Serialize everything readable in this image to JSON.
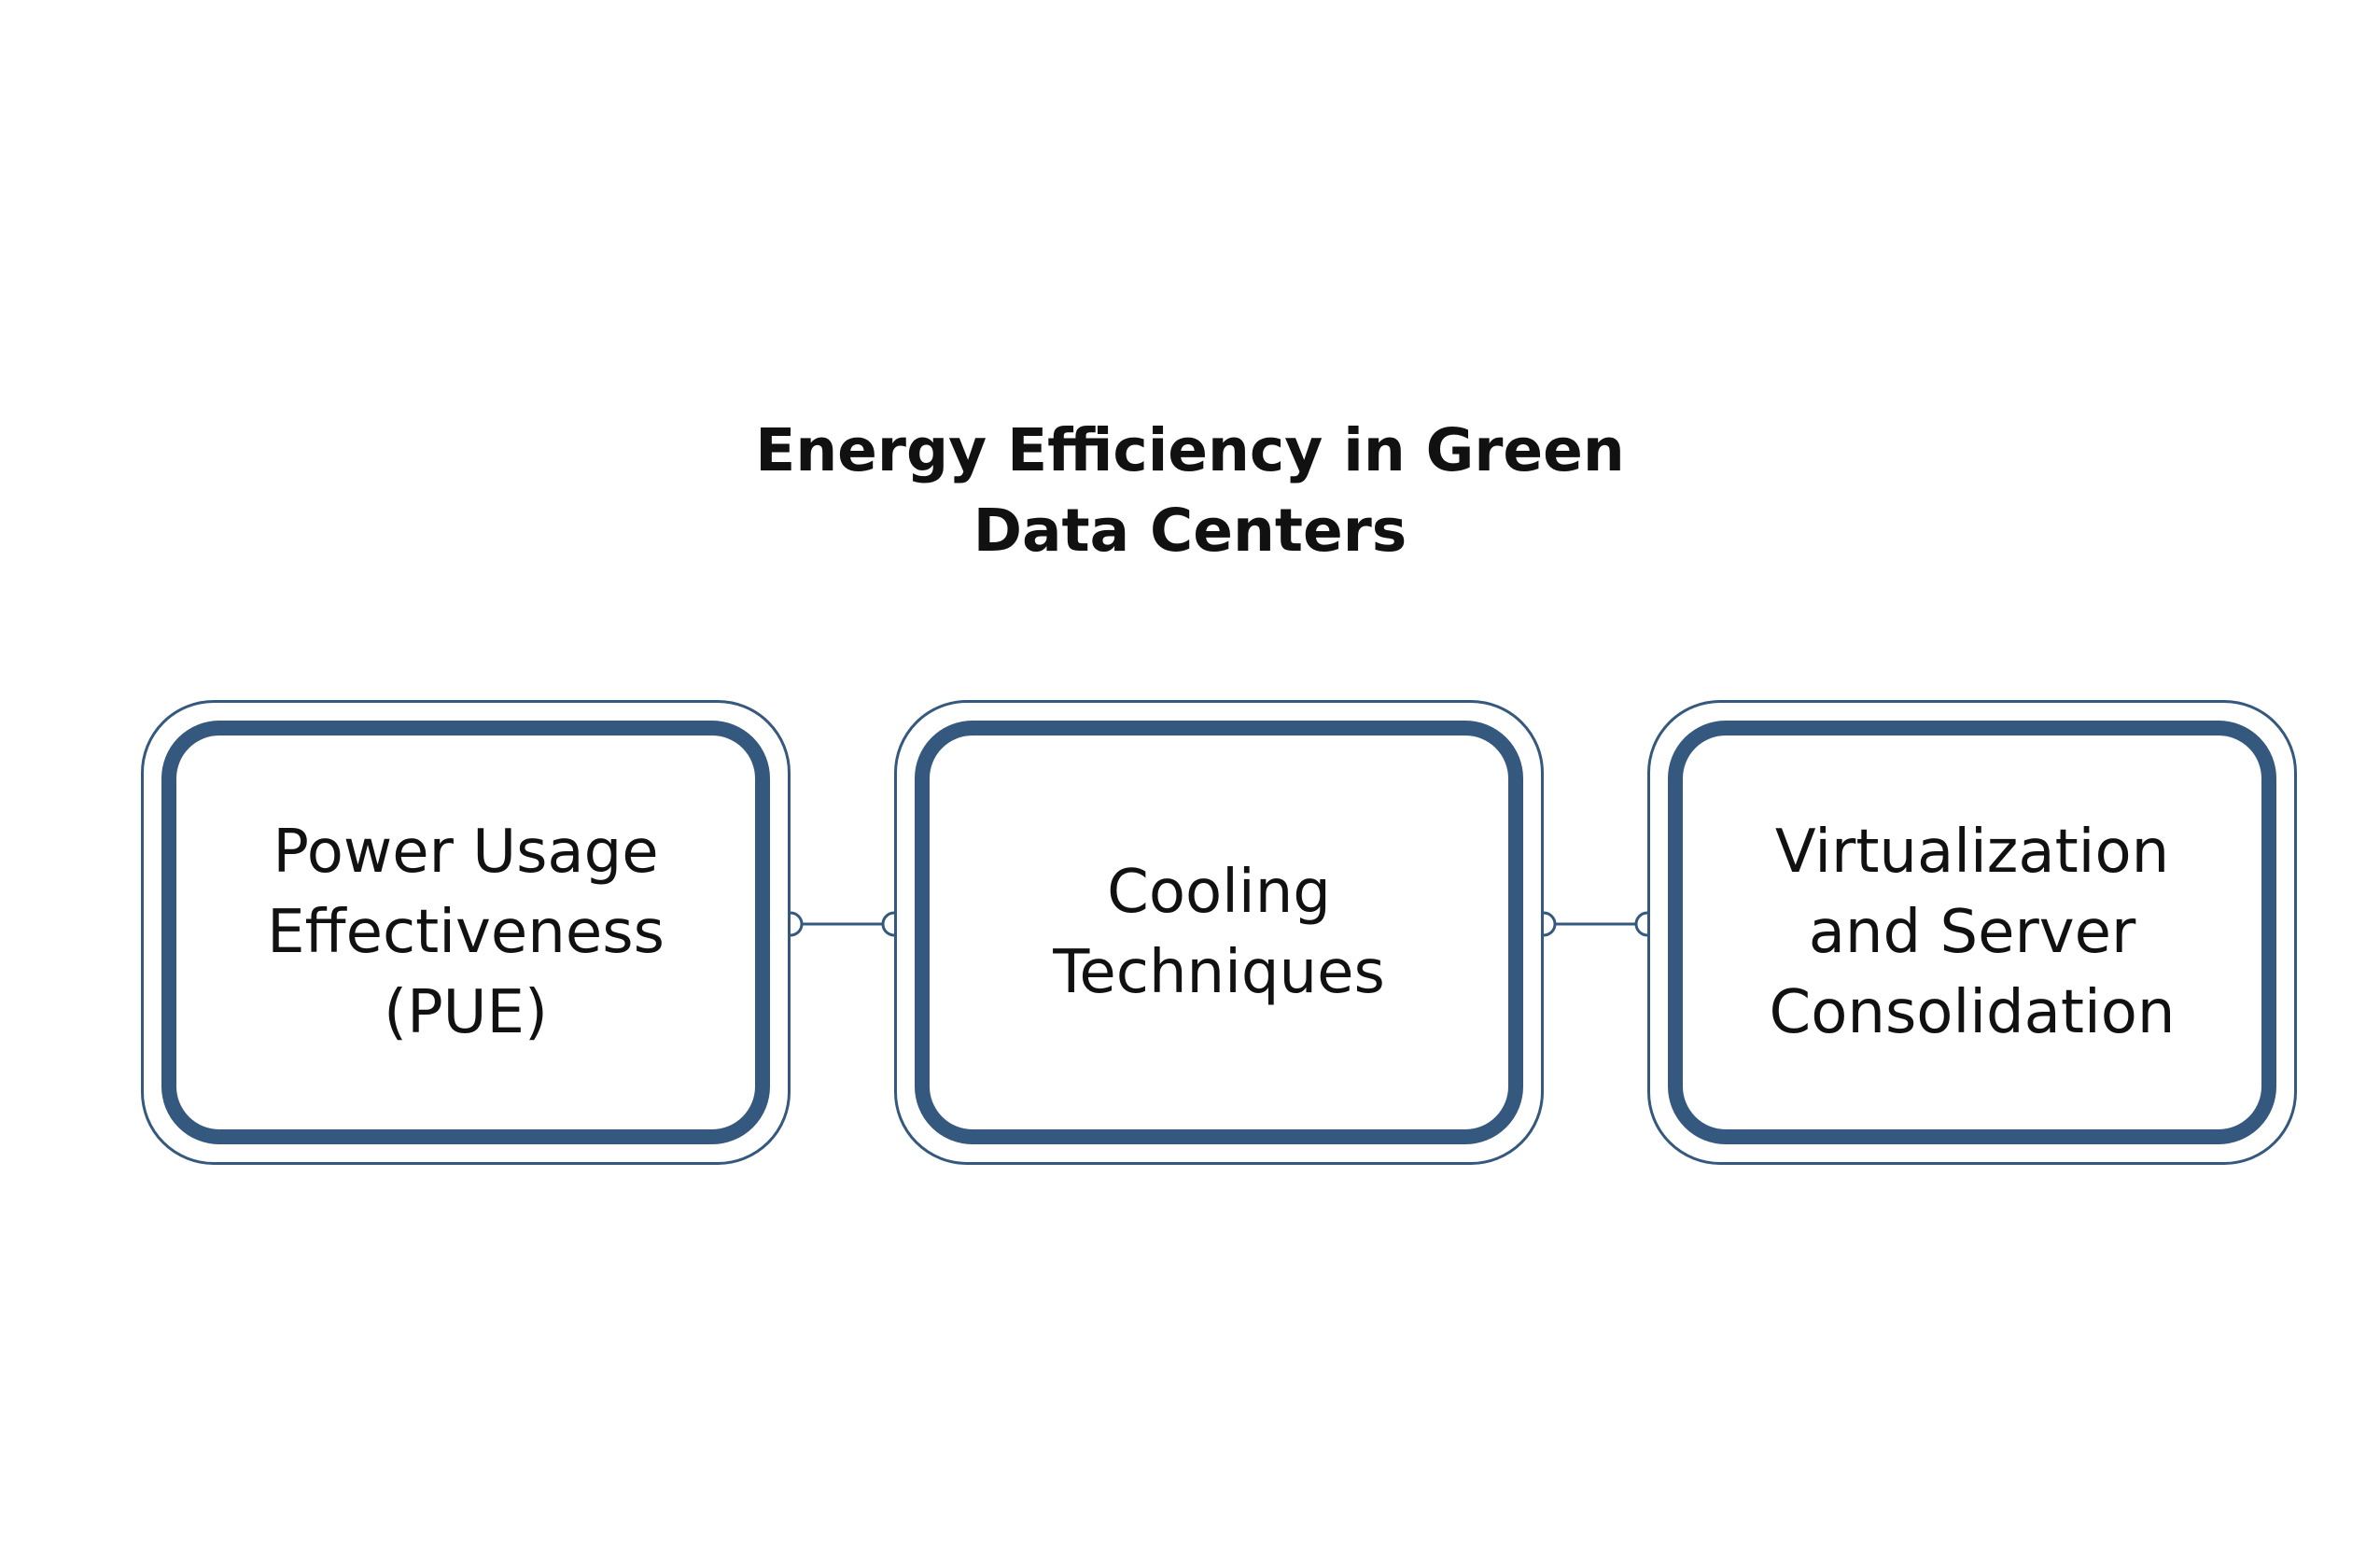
{
  "diagram": {
    "title_lines": [
      "Energy Efficiency in Green",
      "Data Centers"
    ],
    "nodes": [
      {
        "label_lines": [
          "Power Usage",
          "Effectiveness",
          "(PUE)"
        ]
      },
      {
        "label_lines": [
          "Cooling",
          "Techniques"
        ]
      },
      {
        "label_lines": [
          "Virtualization",
          "and Server",
          "Consolidation"
        ]
      }
    ],
    "colors": {
      "border": "#34587e",
      "text": "#111111",
      "background": "#ffffff"
    }
  }
}
